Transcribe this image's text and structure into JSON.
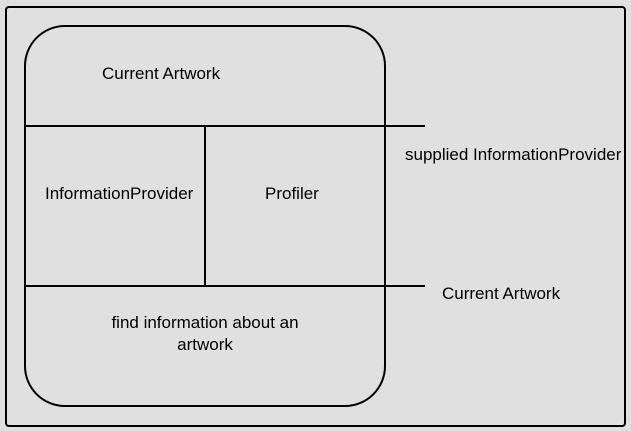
{
  "diagram": {
    "top_label": "Current Artwork",
    "left_cell_label": "InformationProvider",
    "right_cell_label": "Profiler",
    "bottom_label": "find information about an artwork",
    "side_label_upper": "supplied InformationProvider",
    "side_label_lower": "Current Artwork"
  },
  "colors": {
    "background": "#e0e0e0",
    "stroke": "#000000"
  }
}
